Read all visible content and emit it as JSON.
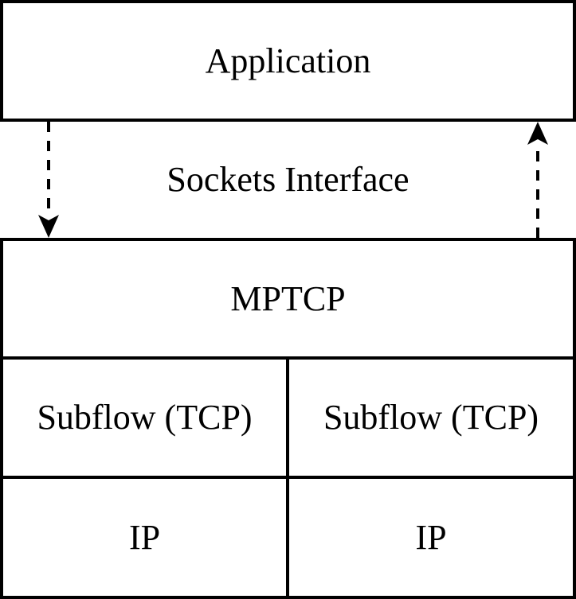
{
  "colors": {
    "line": "#000000",
    "background": "#ffffff",
    "text": "#000000"
  },
  "stack": {
    "application": "Application",
    "sockets_interface": "Sockets Interface",
    "mptcp": "MPTCP",
    "subflows": [
      "Subflow (TCP)",
      "Subflow (TCP)"
    ],
    "ips": [
      "IP",
      "IP"
    ]
  },
  "arrows": [
    {
      "name": "application-to-mptcp",
      "direction": "down",
      "style": "dashed"
    },
    {
      "name": "mptcp-to-application",
      "direction": "up",
      "style": "dashed"
    }
  ]
}
